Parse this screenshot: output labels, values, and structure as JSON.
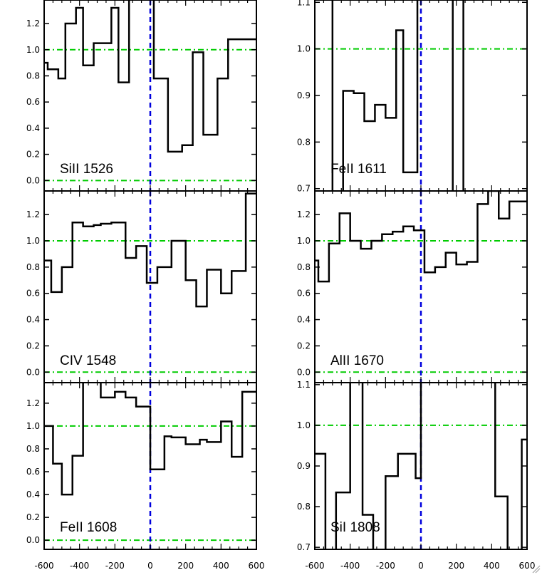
{
  "colors": {
    "step": "#000000",
    "reference": "#00cc00",
    "zero_line": "#0000dd",
    "frame": "#000000"
  },
  "chart_data": [
    {
      "type": "line",
      "label": "SiII 1526",
      "xlim": [
        -600,
        600
      ],
      "ylim": [
        -0.08,
        1.38
      ],
      "yticks": [
        {
          "v": 0.0,
          "t": "0.0"
        },
        {
          "v": 0.2,
          "t": "0.2"
        },
        {
          "v": 0.4,
          "t": "0.4"
        },
        {
          "v": 0.6,
          "t": "0.6"
        },
        {
          "v": 0.8,
          "t": "0.8"
        },
        {
          "v": 1.0,
          "t": "1.0"
        },
        {
          "v": 1.2,
          "t": "1.2"
        }
      ],
      "reference_lines": [
        0.0,
        1.0
      ],
      "zero_line_x": 0,
      "edges": [
        -600,
        -580,
        -520,
        -480,
        -420,
        -380,
        -320,
        -280,
        -220,
        -180,
        -120,
        -80,
        -40,
        20,
        100,
        180,
        240,
        300,
        380,
        440,
        520,
        600
      ],
      "values": [
        0.9,
        0.85,
        0.78,
        1.2,
        1.32,
        0.88,
        1.05,
        1.05,
        1.32,
        0.75,
        1.8,
        2.0,
        1.8,
        0.78,
        0.22,
        0.27,
        0.98,
        0.35,
        0.78,
        1.08,
        1.08
      ]
    },
    {
      "type": "line",
      "label": "FeII 1611",
      "xlim": [
        -600,
        600
      ],
      "ylim": [
        0.695,
        1.105
      ],
      "yticks": [
        {
          "v": 0.7,
          "t": "0.7"
        },
        {
          "v": 0.8,
          "t": "0.8"
        },
        {
          "v": 0.9,
          "t": "0.9"
        },
        {
          "v": 1.0,
          "t": "1.0"
        },
        {
          "v": 1.1,
          "t": "1.1"
        }
      ],
      "reference_lines": [
        1.0
      ],
      "zero_line_x": 0,
      "edges": [
        -600,
        -500,
        -440,
        -380,
        -320,
        -260,
        -200,
        -140,
        -100,
        -20,
        40,
        180,
        240,
        320,
        600
      ],
      "values": [
        1.2,
        0.6,
        0.91,
        0.905,
        0.845,
        0.88,
        0.852,
        1.04,
        0.735,
        1.2,
        1.2,
        0.6,
        1.2,
        1.2
      ]
    },
    {
      "type": "line",
      "label": "CIV 1548",
      "xlim": [
        -600,
        600
      ],
      "ylim": [
        -0.08,
        1.38
      ],
      "yticks": [
        {
          "v": 0.0,
          "t": "0.0"
        },
        {
          "v": 0.2,
          "t": "0.2"
        },
        {
          "v": 0.4,
          "t": "0.4"
        },
        {
          "v": 0.6,
          "t": "0.6"
        },
        {
          "v": 0.8,
          "t": "0.8"
        },
        {
          "v": 1.0,
          "t": "1.0"
        },
        {
          "v": 1.2,
          "t": "1.2"
        }
      ],
      "reference_lines": [
        0.0,
        1.0
      ],
      "zero_line_x": 0,
      "edges": [
        -600,
        -560,
        -500,
        -440,
        -380,
        -320,
        -280,
        -220,
        -140,
        -80,
        -20,
        40,
        120,
        200,
        260,
        320,
        400,
        460,
        540,
        580,
        600
      ],
      "values": [
        0.85,
        0.61,
        0.8,
        1.14,
        1.11,
        1.12,
        1.13,
        1.14,
        0.87,
        0.96,
        0.68,
        0.8,
        1.0,
        0.7,
        0.5,
        0.78,
        0.6,
        0.77,
        1.36,
        1.36
      ]
    },
    {
      "type": "line",
      "label": "AlII 1670",
      "xlim": [
        -600,
        600
      ],
      "ylim": [
        -0.08,
        1.38
      ],
      "yticks": [
        {
          "v": 0.0,
          "t": "0.0"
        },
        {
          "v": 0.2,
          "t": "0.2"
        },
        {
          "v": 0.4,
          "t": "0.4"
        },
        {
          "v": 0.6,
          "t": "0.6"
        },
        {
          "v": 0.8,
          "t": "0.8"
        },
        {
          "v": 1.0,
          "t": "1.0"
        },
        {
          "v": 1.2,
          "t": "1.2"
        }
      ],
      "reference_lines": [
        0.0,
        1.0
      ],
      "zero_line_x": 0,
      "edges": [
        -600,
        -580,
        -520,
        -460,
        -400,
        -340,
        -280,
        -220,
        -160,
        -100,
        -40,
        20,
        80,
        140,
        200,
        260,
        320,
        380,
        440,
        500,
        540,
        580,
        600
      ],
      "values": [
        0.85,
        0.69,
        0.98,
        1.21,
        1.0,
        0.94,
        1.0,
        1.05,
        1.07,
        1.11,
        1.08,
        0.76,
        0.8,
        0.91,
        0.82,
        0.84,
        1.28,
        1.38,
        1.17,
        1.3,
        1.3,
        1.3
      ]
    },
    {
      "type": "line",
      "label": "FeII 1608",
      "xlim": [
        -600,
        600
      ],
      "ylim": [
        -0.08,
        1.38
      ],
      "yticks": [
        {
          "v": 0.0,
          "t": "0.0"
        },
        {
          "v": 0.2,
          "t": "0.2"
        },
        {
          "v": 0.4,
          "t": "0.4"
        },
        {
          "v": 0.6,
          "t": "0.6"
        },
        {
          "v": 0.8,
          "t": "0.8"
        },
        {
          "v": 1.0,
          "t": "1.0"
        },
        {
          "v": 1.2,
          "t": "1.2"
        }
      ],
      "reference_lines": [
        0.0,
        1.0
      ],
      "zero_line_x": 0,
      "edges": [
        -600,
        -550,
        -500,
        -440,
        -380,
        -340,
        -280,
        -200,
        -140,
        -80,
        0,
        80,
        120,
        200,
        280,
        320,
        400,
        460,
        520,
        560,
        600
      ],
      "values": [
        1.0,
        0.67,
        0.4,
        0.74,
        1.5,
        1.5,
        1.25,
        1.3,
        1.25,
        1.17,
        0.62,
        0.91,
        0.9,
        0.84,
        0.88,
        0.86,
        1.04,
        0.73,
        1.3,
        1.3
      ]
    },
    {
      "type": "line",
      "label": "SiI 1808",
      "xlim": [
        -600,
        600
      ],
      "ylim": [
        0.695,
        1.105
      ],
      "yticks": [
        {
          "v": 0.7,
          "t": "0.7"
        },
        {
          "v": 0.8,
          "t": "0.8"
        },
        {
          "v": 0.9,
          "t": "0.9"
        },
        {
          "v": 1.0,
          "t": "1.0"
        },
        {
          "v": 1.1,
          "t": "1.1"
        }
      ],
      "reference_lines": [
        1.0
      ],
      "zero_line_x": 0,
      "edges": [
        -600,
        -540,
        -480,
        -400,
        -330,
        -270,
        -200,
        -130,
        -80,
        -30,
        0,
        80,
        420,
        490,
        570,
        600
      ],
      "values": [
        0.93,
        0.6,
        0.835,
        1.2,
        0.78,
        0.6,
        0.875,
        0.93,
        0.93,
        0.87,
        1.2,
        1.2,
        0.825,
        0.6,
        0.965
      ]
    }
  ],
  "x_ticks": [
    {
      "v": -600,
      "t": "-600"
    },
    {
      "v": -400,
      "t": "-400"
    },
    {
      "v": -200,
      "t": "-200"
    },
    {
      "v": 0,
      "t": "0"
    },
    {
      "v": 200,
      "t": "200"
    },
    {
      "v": 400,
      "t": "400"
    },
    {
      "v": 600,
      "t": "600"
    }
  ]
}
